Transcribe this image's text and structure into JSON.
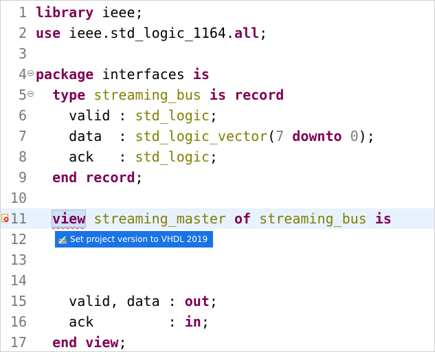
{
  "editor": {
    "lines": [
      {
        "n": "1",
        "segments": [
          {
            "t": "library",
            "c": "kw"
          },
          {
            "t": " ieee;",
            "c": ""
          }
        ]
      },
      {
        "n": "2",
        "segments": [
          {
            "t": "use",
            "c": "kw"
          },
          {
            "t": " ieee.std_logic_1164.",
            "c": ""
          },
          {
            "t": "all",
            "c": "kw"
          },
          {
            "t": ";",
            "c": ""
          }
        ]
      },
      {
        "n": "3",
        "segments": []
      },
      {
        "n": "4",
        "fold": true,
        "segments": [
          {
            "t": "package",
            "c": "kw"
          },
          {
            "t": " interfaces ",
            "c": ""
          },
          {
            "t": "is",
            "c": "kw"
          }
        ]
      },
      {
        "n": "5",
        "fold": true,
        "segments": [
          {
            "t": "  ",
            "c": ""
          },
          {
            "t": "type",
            "c": "kw"
          },
          {
            "t": " ",
            "c": ""
          },
          {
            "t": "streaming_bus",
            "c": "ty"
          },
          {
            "t": " ",
            "c": ""
          },
          {
            "t": "is",
            "c": "kw"
          },
          {
            "t": " ",
            "c": ""
          },
          {
            "t": "record",
            "c": "kw"
          }
        ]
      },
      {
        "n": "6",
        "segments": [
          {
            "t": "    valid : ",
            "c": ""
          },
          {
            "t": "std_logic",
            "c": "ty"
          },
          {
            "t": ";",
            "c": ""
          }
        ]
      },
      {
        "n": "7",
        "segments": [
          {
            "t": "    data  : ",
            "c": ""
          },
          {
            "t": "std_logic_vector",
            "c": "ty"
          },
          {
            "t": "(",
            "c": ""
          },
          {
            "t": "7",
            "c": "num"
          },
          {
            "t": " ",
            "c": ""
          },
          {
            "t": "downto",
            "c": "kw"
          },
          {
            "t": " ",
            "c": ""
          },
          {
            "t": "0",
            "c": "num"
          },
          {
            "t": ");",
            "c": ""
          }
        ]
      },
      {
        "n": "8",
        "segments": [
          {
            "t": "    ack   : ",
            "c": ""
          },
          {
            "t": "std_logic",
            "c": "ty"
          },
          {
            "t": ";",
            "c": ""
          }
        ]
      },
      {
        "n": "9",
        "segments": [
          {
            "t": "  ",
            "c": ""
          },
          {
            "t": "end",
            "c": "kw"
          },
          {
            "t": " ",
            "c": ""
          },
          {
            "t": "record",
            "c": "kw"
          },
          {
            "t": ";",
            "c": ""
          }
        ]
      },
      {
        "n": "10",
        "segments": []
      },
      {
        "n": "11",
        "current": true,
        "error": true,
        "segments": [
          {
            "t": "  ",
            "c": ""
          },
          {
            "t": "view",
            "c": "kw sel err"
          },
          {
            "t": " ",
            "c": ""
          },
          {
            "t": "streaming_master",
            "c": "ty"
          },
          {
            "t": " ",
            "c": ""
          },
          {
            "t": "of",
            "c": "kw"
          },
          {
            "t": " ",
            "c": ""
          },
          {
            "t": "streaming_bus",
            "c": "ty"
          },
          {
            "t": " ",
            "c": ""
          },
          {
            "t": "is",
            "c": "kw"
          }
        ]
      },
      {
        "n": "12",
        "segments": []
      },
      {
        "n": "13",
        "segments": []
      },
      {
        "n": "14",
        "segments": []
      },
      {
        "n": "15",
        "segments": [
          {
            "t": "    valid, data : ",
            "c": ""
          },
          {
            "t": "out",
            "c": "kw"
          },
          {
            "t": ";",
            "c": ""
          }
        ]
      },
      {
        "n": "16",
        "segments": [
          {
            "t": "    ack         : ",
            "c": ""
          },
          {
            "t": "in",
            "c": "kw"
          },
          {
            "t": ";",
            "c": ""
          }
        ]
      },
      {
        "n": "17",
        "segments": [
          {
            "t": "  ",
            "c": ""
          },
          {
            "t": "end",
            "c": "kw"
          },
          {
            "t": " ",
            "c": ""
          },
          {
            "t": "view",
            "c": "kw"
          },
          {
            "t": ";",
            "c": ""
          }
        ]
      }
    ]
  },
  "quickfix": {
    "label": "Set project version to VHDL 2019",
    "icon": "version-bars-icon"
  },
  "colors": {
    "keyword": "#7f0055",
    "type": "#808000",
    "number": "#7d7d7d",
    "current_line": "#e8f2fe",
    "quickfix_bg": "#1a73e8",
    "error_underline": "#e0283c"
  }
}
